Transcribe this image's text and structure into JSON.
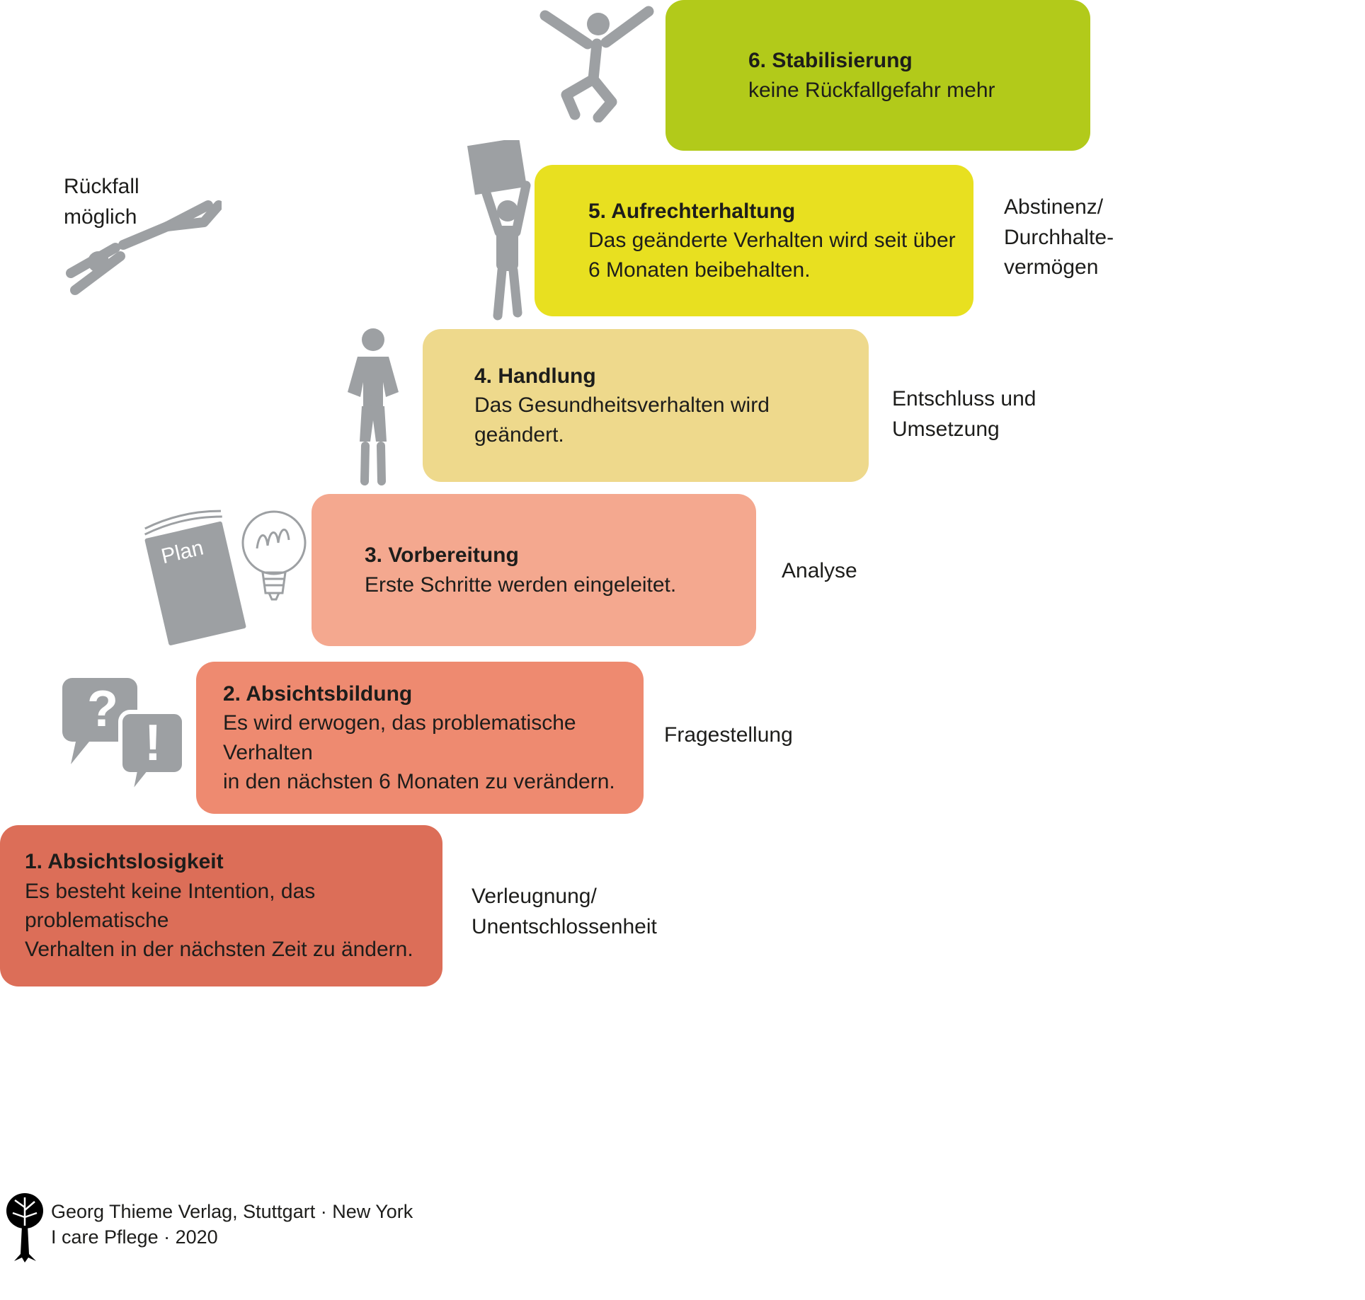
{
  "colors": {
    "icon_gray": "#9da0a3",
    "text": "#1d1d1b",
    "background": "#ffffff"
  },
  "relapse": {
    "label": "Rückfall\nmöglich"
  },
  "stages": [
    {
      "number": 1,
      "title": "1. Absichtslosigkeit",
      "description": "Es besteht keine Intention, das problematische\nVerhalten in der nächsten Zeit zu ändern.",
      "side_label": "Verleugnung/\nUnentschlossenheit",
      "color": "#dc6e58"
    },
    {
      "number": 2,
      "title": "2. Absichtsbildung",
      "description": "Es wird erwogen, das problematische Verhalten\nin den nächsten 6 Monaten zu verändern.",
      "side_label": "Fragestellung",
      "color": "#ee8a70"
    },
    {
      "number": 3,
      "title": "3. Vorbereitung",
      "description": "Erste Schritte werden eingeleitet.",
      "side_label": "Analyse",
      "color": "#f4a88f"
    },
    {
      "number": 4,
      "title": "4. Handlung",
      "description": "Das Gesundheitsverhalten wird geändert.",
      "side_label": "Entschluss und\nUmsetzung",
      "color": "#eed98c"
    },
    {
      "number": 5,
      "title": "5. Aufrechterhaltung",
      "description": "Das geänderte Verhalten wird seit über\n6 Monaten beibehalten.",
      "side_label": "Abstinenz/\nDurchhalte-\nvermögen",
      "color": "#e8e020"
    },
    {
      "number": 6,
      "title": "6. Stabilisierung",
      "description": "keine Rückfallgefahr mehr",
      "side_label": "",
      "color": "#b2ca1a"
    }
  ],
  "icons": {
    "plan_booklet_label": "Plan",
    "question_mark": "?",
    "exclamation_mark": "!"
  },
  "footer": {
    "line1": "Georg Thieme Verlag, Stuttgart · New York",
    "line2": "I care Pflege · 2020"
  }
}
